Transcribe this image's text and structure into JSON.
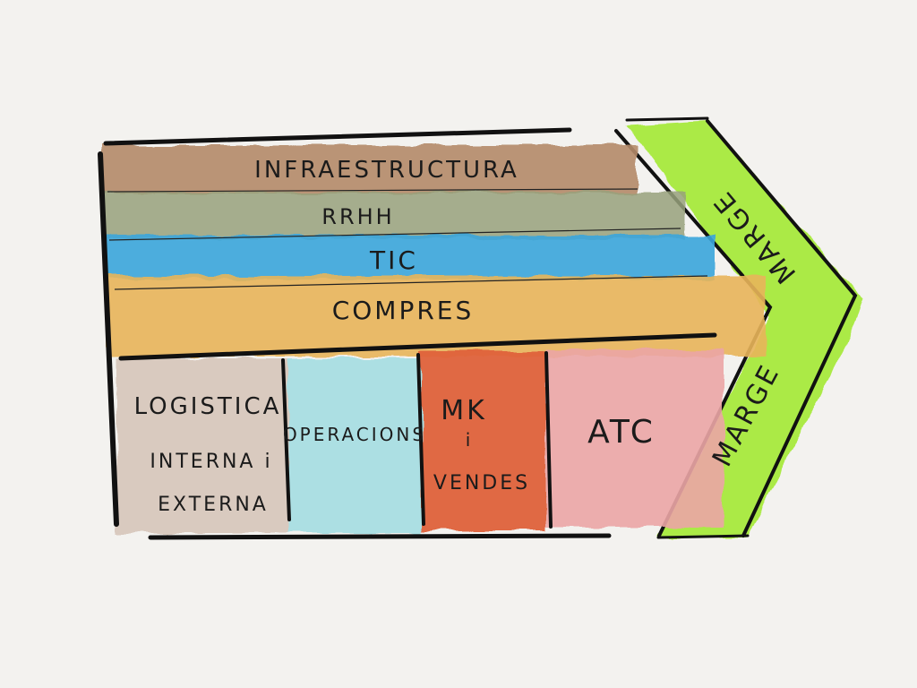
{
  "support_activities": [
    {
      "label": "INFRAESTRUCTURA",
      "color": "#b48a6a"
    },
    {
      "label": "RRHH",
      "color": "#98a27c"
    },
    {
      "label": "TIC",
      "color": "#3aa6dc"
    },
    {
      "label": "COMPRES",
      "color": "#e8b55a"
    }
  ],
  "primary_activities": [
    {
      "lines": [
        "LOGISTICA",
        "INTERNA i",
        "EXTERNA"
      ],
      "color": "#d8c8bd"
    },
    {
      "lines": [
        "OPERACIONS"
      ],
      "color": "#a9dfe3"
    },
    {
      "lines": [
        "MK",
        "i",
        "VENDES"
      ],
      "color": "#e0623a"
    },
    {
      "lines": [
        "ATC"
      ],
      "color": "#eca6a6"
    }
  ],
  "margin": {
    "top_label": "MARGE",
    "bottom_label": "MARGE",
    "color": "#a8ea3c"
  }
}
